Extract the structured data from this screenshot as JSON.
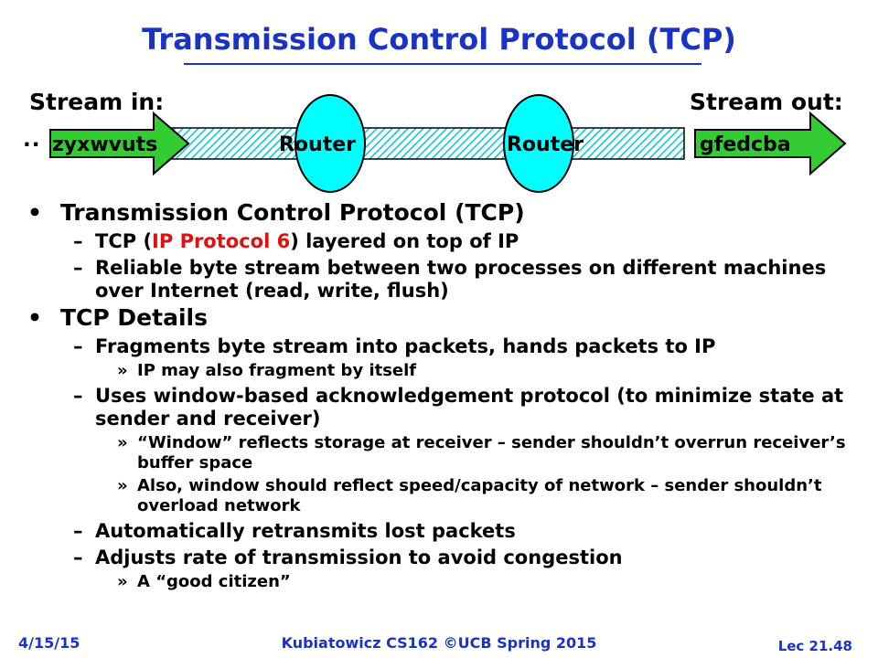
{
  "title": "Transmission Control Protocol (TCP)",
  "diagram": {
    "stream_in_label": "Stream in:",
    "stream_out_label": "Stream out:",
    "input_ellipsis": "..",
    "input_stream": "zyxwvuts",
    "output_stream": "gfedcba",
    "router1_label": "Router",
    "router2_label": "Router",
    "colors": {
      "router": "#00ffff",
      "arrow": "#33cc33",
      "pipe_hatch": "#00c8d8"
    }
  },
  "bullets": [
    {
      "text": "Transmission Control Protocol (TCP)",
      "items": [
        {
          "pre": "TCP (",
          "highlight": "IP Protocol 6",
          "post": ") layered on top of IP"
        },
        {
          "text": "Reliable byte stream between two processes on different machines over Internet (read, write, flush)"
        }
      ]
    },
    {
      "text": "TCP Details",
      "items": [
        {
          "text": "Fragments byte stream into packets, hands packets to IP",
          "sub": [
            "IP may also fragment by itself"
          ]
        },
        {
          "text": "Uses window-based acknowledgement protocol (to minimize state at sender and receiver)",
          "sub": [
            "“Window” reflects storage at receiver – sender shouldn’t overrun receiver’s buffer space",
            "Also, window should reflect speed/capacity of network – sender shouldn’t overload network"
          ]
        },
        {
          "text": "Automatically retransmits lost packets"
        },
        {
          "text": "Adjusts rate of transmission to avoid congestion",
          "sub": [
            "A “good citizen”"
          ]
        }
      ]
    }
  ],
  "footer": {
    "date": "4/15/15",
    "center": "Kubiatowicz CS162 ©UCB Spring 2015",
    "lecture": "Lec 21.48"
  },
  "highlight_color": "#e01010",
  "title_color": "#1a33c4"
}
